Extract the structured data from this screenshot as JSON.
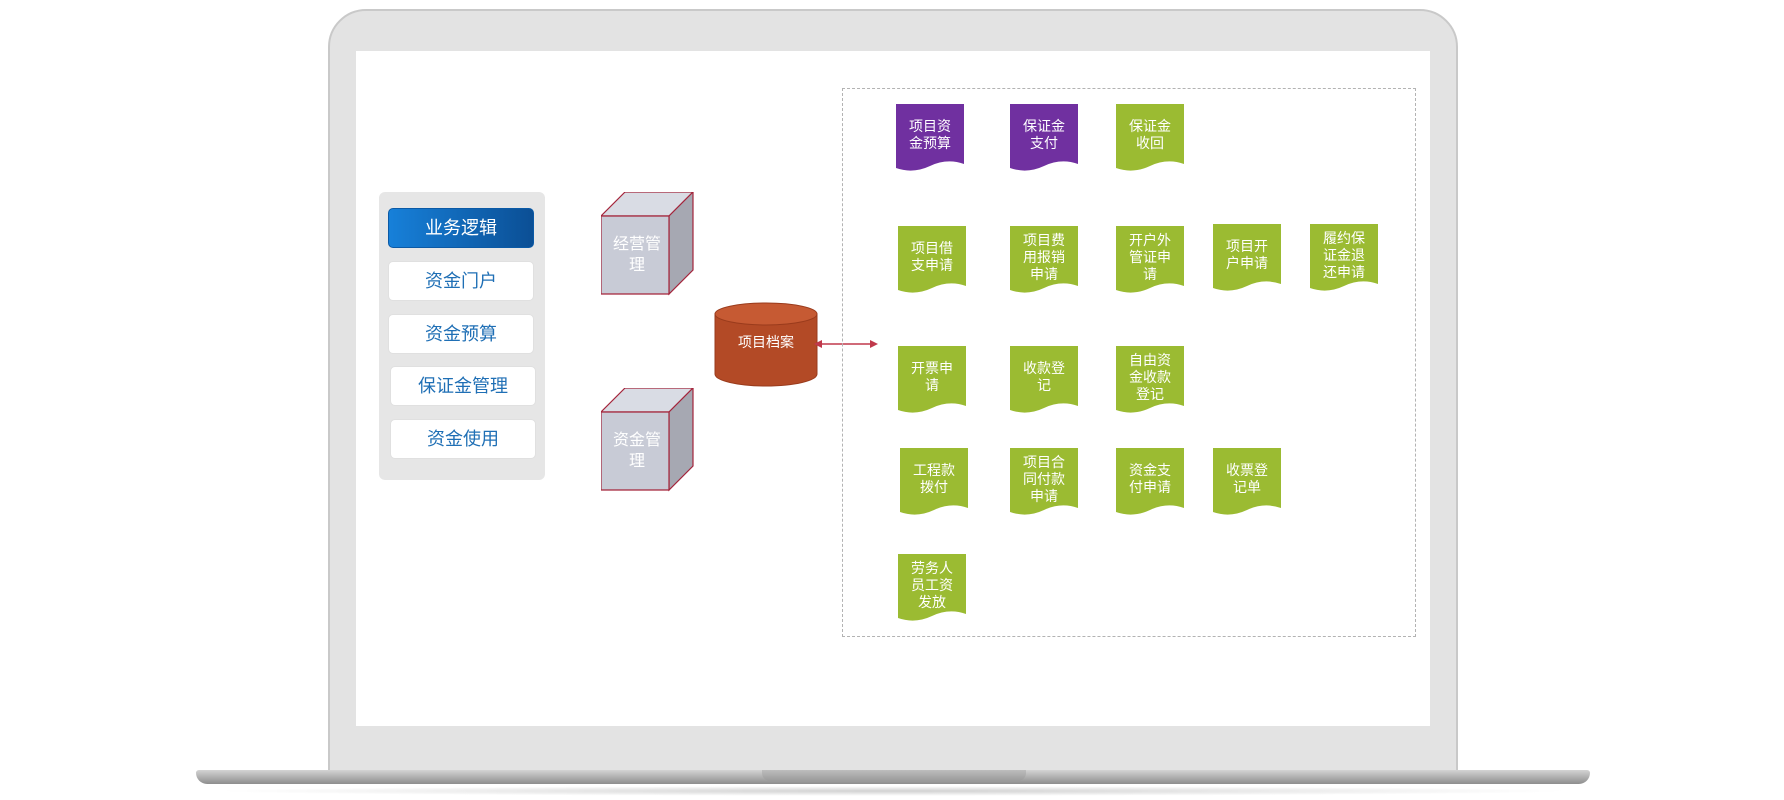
{
  "colors": {
    "menu_active_start": "#1780d9",
    "menu_active_end": "#0b4f95",
    "menu_text": "#1f6fb5",
    "cube_border": "#a4243b",
    "cylinder": "#b34a26",
    "arrow": "#c0394b",
    "doc_purple": "#7030a0",
    "doc_green": "#9bbb32"
  },
  "menu": {
    "items": [
      {
        "label": "业务逻辑",
        "active": true
      },
      {
        "label": "资金门户",
        "active": false
      },
      {
        "label": "资金预算",
        "active": false
      },
      {
        "label": "保证金管理",
        "active": false
      },
      {
        "label": "资金使用",
        "active": false
      }
    ]
  },
  "cubes": {
    "business": {
      "label": "经营管理"
    },
    "finance": {
      "label": "资金管理"
    }
  },
  "cylinder": {
    "label": "项目档案"
  },
  "docs": {
    "budget": {
      "label": "项目资金预算",
      "color": "purple"
    },
    "deposit_pay": {
      "label": "保证金支付",
      "color": "purple"
    },
    "deposit_return": {
      "label": "保证金收回",
      "color": "green"
    },
    "loan": {
      "label": "项目借支申请",
      "color": "green"
    },
    "expense": {
      "label": "项目费用报销申请",
      "color": "green"
    },
    "external_account": {
      "label": "开户外管证申请",
      "color": "green"
    },
    "open_account": {
      "label": "项目开户申请",
      "color": "green"
    },
    "performance_bond": {
      "label": "履约保证金退还申请",
      "color": "green"
    },
    "invoice": {
      "label": "开票申请",
      "color": "green"
    },
    "receipt": {
      "label": "收款登记",
      "color": "green"
    },
    "free_funds": {
      "label": "自由资金收款登记",
      "color": "green"
    },
    "project_payment": {
      "label": "工程款拨付",
      "color": "green"
    },
    "contract_payment": {
      "label": "项目合同付款申请",
      "color": "green"
    },
    "fund_payment": {
      "label": "资金支付申请",
      "color": "green"
    },
    "ticket_register": {
      "label": "收票登记单",
      "color": "green"
    },
    "labor_wages": {
      "label": "劳务人员工资发放",
      "color": "green"
    }
  }
}
